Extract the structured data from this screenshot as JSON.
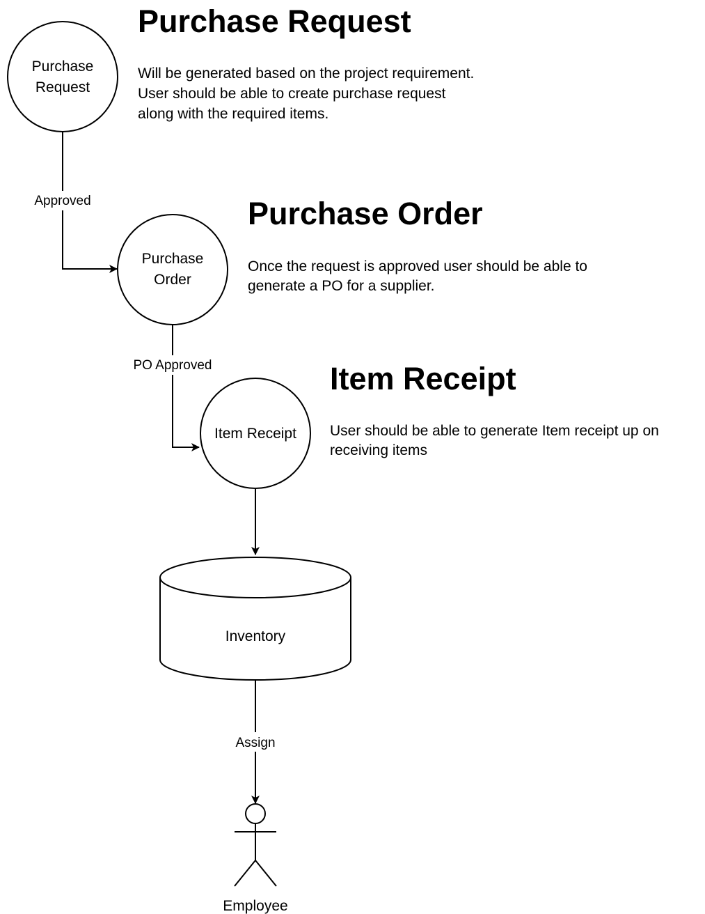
{
  "colors": {
    "stroke": "#000000",
    "fill": "#ffffff",
    "text": "#000000"
  },
  "sections": {
    "purchase_request": {
      "heading": "Purchase Request",
      "description": [
        "Will be generated based on the project requirement.",
        "User should be able to create purchase request",
        "along with the required items."
      ]
    },
    "purchase_order": {
      "heading": "Purchase Order",
      "description": [
        "Once the request is approved user should be able to",
        "generate a PO for a supplier."
      ]
    },
    "item_receipt": {
      "heading": "Item Receipt",
      "description": [
        "User should be able to generate Item receipt up on",
        "receiving items"
      ]
    }
  },
  "nodes": {
    "purchase_request": [
      "Purchase",
      "Request"
    ],
    "purchase_order": [
      "Purchase",
      "Order"
    ],
    "item_receipt": [
      "Item Receipt"
    ],
    "inventory": "Inventory",
    "employee": "Employee"
  },
  "edges": {
    "approved": "Approved",
    "po_approved": "PO Approved",
    "assign": "Assign"
  }
}
